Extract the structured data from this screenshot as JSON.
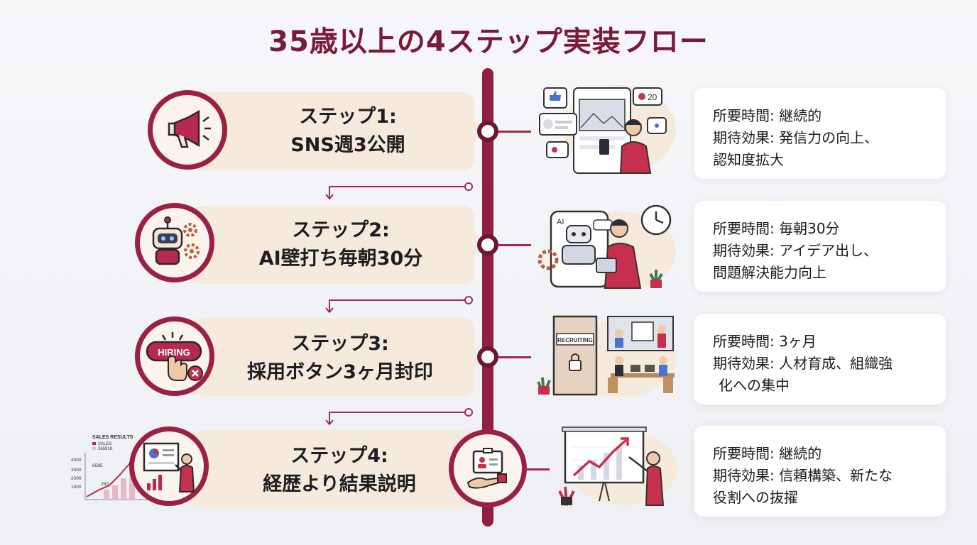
{
  "title": "35歳以上の4ステップ実装フロー",
  "steps": [
    {
      "label": "ステップ1:",
      "name": "SNS週3公開",
      "time": "所要時間: 継続的",
      "effect": "期待効果: 発信力の向上、",
      "effect2": "認知度拡大",
      "icon": "megaphone-icon",
      "scene": {
        "like_count": "20"
      }
    },
    {
      "label": "ステップ2:",
      "name": "AI壁打ち毎朝30分",
      "time": "所要時間: 毎朝30分",
      "effect": "期待効果: アイデア出し、",
      "effect2": "問題解決能力向上",
      "icon": "robot-icon",
      "scene": {
        "screen_label": "AI"
      }
    },
    {
      "label": "ステップ3:",
      "name": "採用ボタン3ヶ月封印",
      "time": "所要時間: 3ヶ月",
      "effect": "期待効果: 人材育成、組織強",
      "effect2": "化への集中",
      "icon": "hiring-button-icon",
      "scene": {
        "door_sign": "RECRUITING",
        "button_text": "HIRING"
      }
    },
    {
      "label": "ステップ4:",
      "name": "経歴より結果説明",
      "time": "所要時間: 継続的",
      "effect": "期待効果: 信頼構築、新たな",
      "effect2": "役割への抜擢",
      "icon": "presentation-icon",
      "scene": {
        "chart_title": "SALES RESULTS",
        "legend": [
          "SALES",
          "36591K"
        ],
        "ticks": [
          "4000",
          "3000",
          "2000",
          "1000"
        ],
        "annotations": [
          "6585",
          "290"
        ]
      }
    }
  ],
  "colors": {
    "accent": "#9b2046",
    "spine": "#8f1f45",
    "pill": "#f5eadc",
    "title": "#7a1a3a"
  }
}
